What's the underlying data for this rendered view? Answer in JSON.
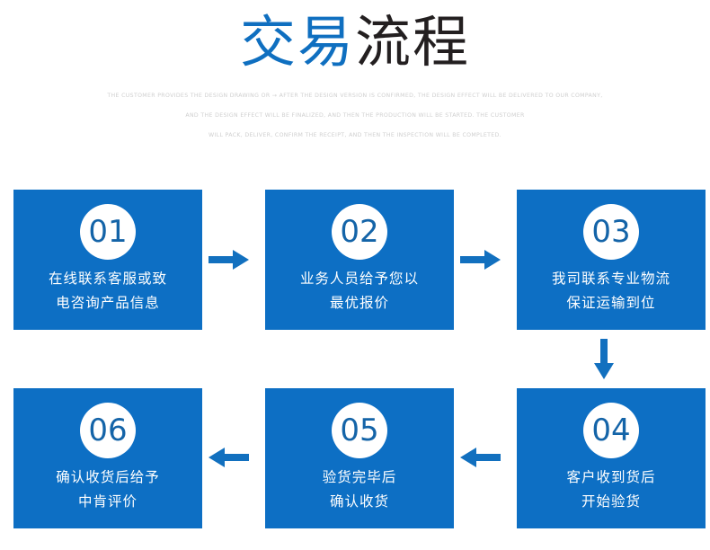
{
  "header": {
    "title_blue": "交易",
    "title_dark": "流程",
    "subtitle_lines": [
      "THE CUSTOMER PROVIDES THE DESIGN DRAWING OR → AFTER THE DESIGN VERSION IS CONFIRMED, THE DESIGN EFFECT WILL BE DELIVERED TO OUR COMPANY,",
      "AND THE DESIGN EFFECT WILL BE FINALIZED, AND THEN THE PRODUCTION WILL BE STARTED. THE CUSTOMER",
      "WILL PACK, DELIVER, CONFIRM THE RECEIPT, AND THEN THE INSPECTION WILL BE COMPLETED."
    ]
  },
  "colors": {
    "brand_blue": "#0d6fc4",
    "title_blue": "#0f6fc0",
    "title_dark": "#231f20",
    "badge_number": "#1464a8",
    "subtitle_gray": "#cfcfcf",
    "arrow_blue": "#1270bf",
    "card_text": "#ffffff"
  },
  "steps": [
    {
      "number": "01",
      "line1": "在线联系客服或致",
      "line2": "电咨询产品信息"
    },
    {
      "number": "02",
      "line1": "业务人员给予您以",
      "line2": "最优报价"
    },
    {
      "number": "03",
      "line1": "我司联系专业物流",
      "line2": "保证运输到位"
    },
    {
      "number": "04",
      "line1": "客户收到货后",
      "line2": "开始验货"
    },
    {
      "number": "05",
      "line1": "验货完毕后",
      "line2": "确认收货"
    },
    {
      "number": "06",
      "line1": "确认收货后给予",
      "line2": "中肯评价"
    }
  ],
  "arrows": [
    {
      "name": "arrow-right-icon",
      "direction": "right",
      "from": "01",
      "to": "02"
    },
    {
      "name": "arrow-right-icon",
      "direction": "right",
      "from": "02",
      "to": "03"
    },
    {
      "name": "arrow-down-icon",
      "direction": "down",
      "from": "03",
      "to": "04"
    },
    {
      "name": "arrow-left-icon",
      "direction": "left",
      "from": "04",
      "to": "05"
    },
    {
      "name": "arrow-left-icon",
      "direction": "left",
      "from": "05",
      "to": "06"
    }
  ]
}
